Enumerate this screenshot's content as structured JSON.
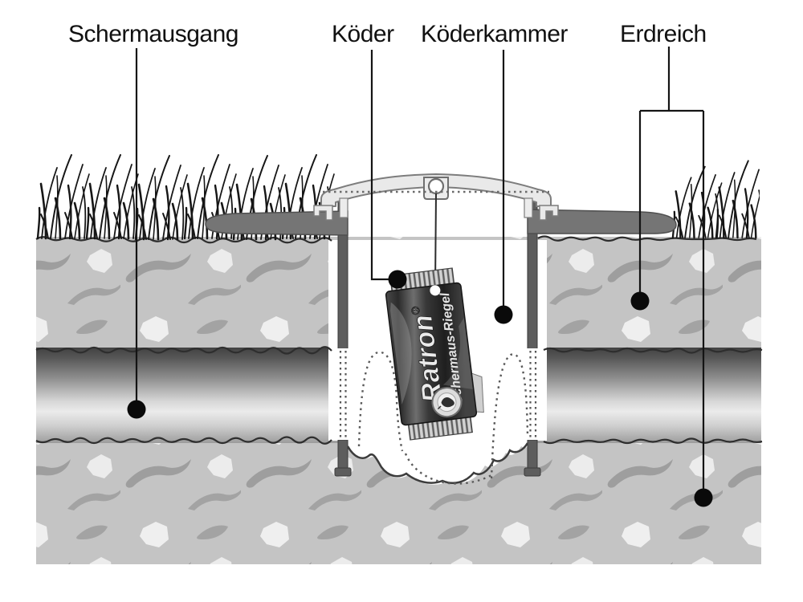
{
  "diagram": {
    "callouts": {
      "schermausgang": "Schermausgang",
      "koeder": "Köder",
      "koederkammer": "Köderkammer",
      "erdreich": "Erdreich"
    },
    "bait_pack": {
      "brand": "Ratron",
      "registered": "®",
      "variant": "Schermaus-Riegel"
    },
    "colors": {
      "background": "#ffffff",
      "soil_base": "#c4c4c4",
      "soil_texture_dark": "#9e9e9e",
      "soil_texture_light": "#efefef",
      "tunnel_dark": "#424242",
      "tunnel_light": "#ebebeb",
      "station_wall": "#5d5d5d",
      "station_cap": "#e9e9e9",
      "station_wing": "#757575",
      "callout_line": "#141414",
      "packet_body": "#2e2e2e"
    }
  }
}
